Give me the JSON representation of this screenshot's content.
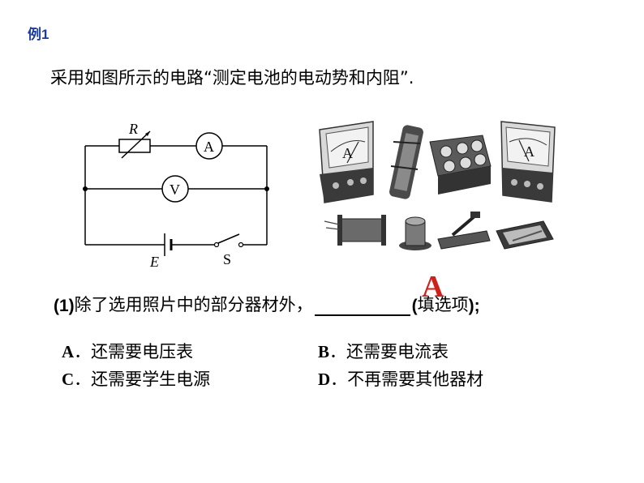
{
  "example_label": "例1",
  "question": "采用如图所示的电路“测定电池的电动势和内阻”.",
  "circuit": {
    "rheostat_label": "R",
    "ammeter_label": "A",
    "voltmeter_label": "V",
    "battery_label": "E",
    "switch_label": "S"
  },
  "photo": {
    "left_meter_label": "A",
    "right_meter_label": "A"
  },
  "part1": {
    "number": "(1)",
    "text": "除了选用照片中的部分器材外，",
    "suffix_paren": "(",
    "suffix_text": "填选项",
    "suffix_end": ");"
  },
  "answer": "A",
  "options": [
    {
      "letter": "A",
      "text": "．还需要电压表"
    },
    {
      "letter": "B",
      "text": "．还需要电流表"
    },
    {
      "letter": "C",
      "text": "．还需要学生电源"
    },
    {
      "letter": "D",
      "text": "．不再需要其他器材"
    }
  ]
}
